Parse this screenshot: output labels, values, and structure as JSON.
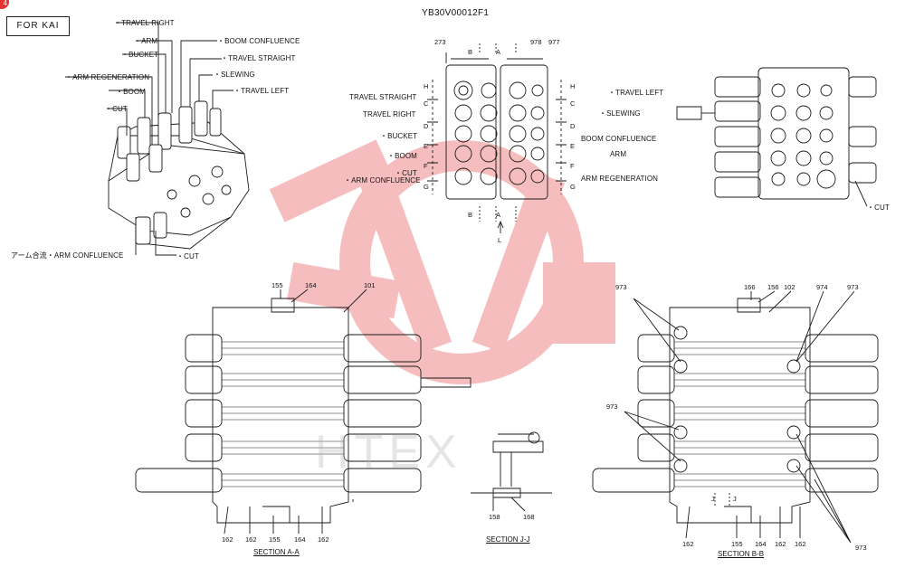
{
  "header": {
    "badge": "4",
    "for_kai": "FOR  KAI",
    "part_number": "YB30V00012F1"
  },
  "iso_view_labels": {
    "travel_right": "・TRAVEL RIGHT",
    "arm": "・ARM",
    "boom_confluence": "・BOOM CONFLUENCE",
    "bucket": "・BUCKET",
    "travel_straight": "・TRAVEL STRAIGHT",
    "slewing": "・SLEWING",
    "arm_regeneration": "・ARM REGENERATION",
    "travel_left": "・TRAVEL LEFT",
    "boom": "・BOOM",
    "cut": "・CUT",
    "arm_confluence": "アーム合流・ARM CONFLUENCE",
    "cut_bottom": "・CUT"
  },
  "front_view_labels": {
    "travel_straight": "TRAVEL STRAIGHT",
    "travel_right": "TRAVEL RIGHT",
    "bucket": "・BUCKET",
    "boom": "・BOOM",
    "cut": "・CUT",
    "arm_confluence": "・ARM CONFLUENCE",
    "travel_left": "・TRAVEL LEFT",
    "slewing": "・SLEWING",
    "boom_confluence": "BOOM CONFLUENCE",
    "arm": "ARM",
    "arm_regeneration": "ARM REGENERATION",
    "part_273": "273",
    "part_978": "978",
    "part_977": "977",
    "section_b": "B",
    "section_a": "A",
    "section_l": "L",
    "letters_left": [
      "H",
      "C",
      "D",
      "E",
      "F",
      "G"
    ],
    "letters_right": [
      "H",
      "C",
      "D",
      "E",
      "F",
      "G"
    ]
  },
  "side_view_labels": {
    "cut": "・CUT"
  },
  "section_aa": {
    "title": "SECTION  A-A",
    "top_numbers": [
      "155",
      "164",
      "101"
    ],
    "bottom_numbers": [
      "162",
      "162",
      "155",
      "164",
      "162"
    ]
  },
  "section_jj": {
    "title": "SECTION  J-J",
    "numbers": [
      "158",
      "168"
    ]
  },
  "section_bb": {
    "title": "SECTION  B-B",
    "top_numbers": [
      "166",
      "156",
      "102",
      "974",
      "973"
    ],
    "left_numbers": [
      "973",
      "973"
    ],
    "bottom_numbers": [
      "162",
      "155",
      "164",
      "162",
      "162"
    ],
    "right_number": "973",
    "j_marks": [
      "J",
      "J"
    ]
  },
  "watermark": "HTEX",
  "colors": {
    "watermark_red": "#e8464a",
    "line": "#1a1a1a",
    "badge": "#e5322d"
  }
}
